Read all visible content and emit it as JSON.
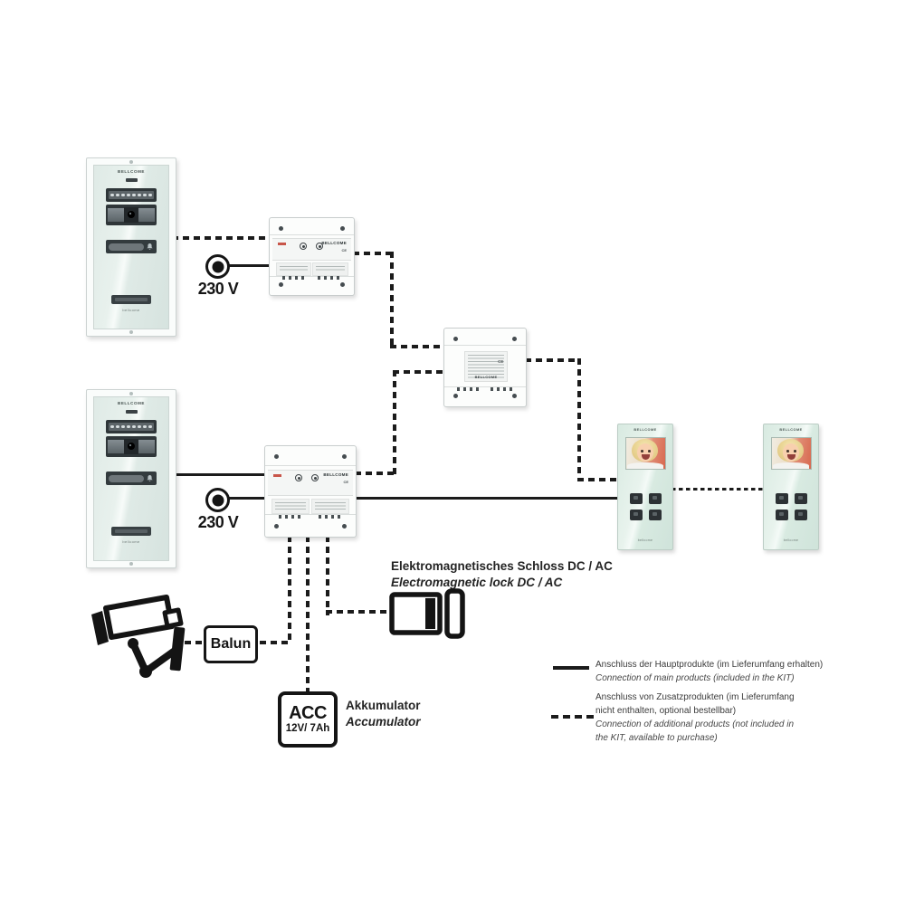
{
  "devices": {
    "door_station_top": {
      "brand": "BELLCOME",
      "footer": "bellcome"
    },
    "door_station_bottom": {
      "brand": "BELLCOME",
      "footer": "bellcome"
    },
    "psu_top": {
      "brand": "BELLCOME",
      "cert": "CE"
    },
    "psu_bottom": {
      "brand": "BELLCOME",
      "cert": "CE"
    },
    "distributor": {
      "brand": "BELLCOME",
      "cert": "CE"
    },
    "monitor_1": {
      "brand": "BELLCOME",
      "footer": "bellcome"
    },
    "monitor_2": {
      "brand": "BELLCOME",
      "footer": "bellcome"
    }
  },
  "labels": {
    "power_top": "230 V",
    "power_bottom": "230 V",
    "balun": "Balun",
    "acc_title": "ACC",
    "acc_capacity": "12V/ 7Ah",
    "accumulator_de": "Akkumulator",
    "accumulator_en": "Accumulator",
    "lock_de": "Elektromagnetisches Schloss DC / AC",
    "lock_en": "Electromagnetic lock DC / AC"
  },
  "legend": {
    "main_de": "Anschluss der Hauptprodukte (im Lieferumfang erhalten)",
    "main_en": "Connection of main products (included in the KIT)",
    "additional_de_line1": "Anschluss von Zusatzprodukten (im Lieferumfang",
    "additional_de_line2": "nicht enthalten, optional bestellbar)",
    "additional_en_line1": "Connection of additional products (not included in",
    "additional_en_line2": "the KIT, available to purchase)"
  },
  "colors": {
    "line": "#1b1b1b",
    "led_red": "#c0392b",
    "glass_mint": "#e3eeea",
    "module_dark": "#2f3639"
  }
}
